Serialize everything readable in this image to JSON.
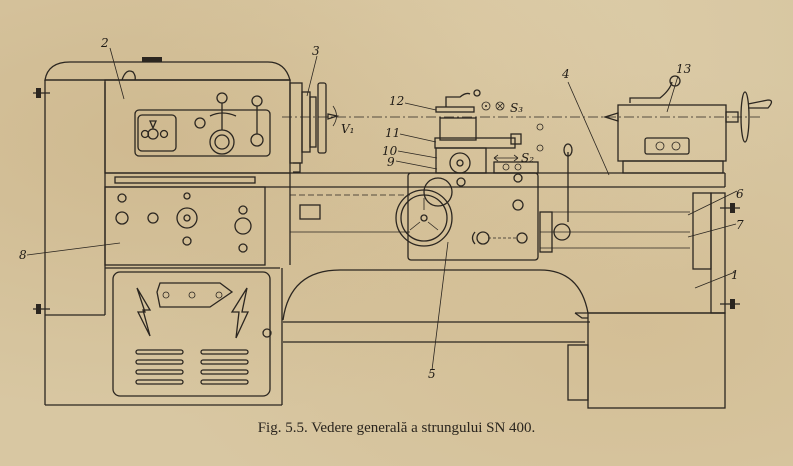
{
  "figure": {
    "caption": "Fig. 5.5.  Vedere generală a strungului SN 400.",
    "subject": "lathe-SN-400-general-view"
  },
  "callouts": [
    {
      "id": "1",
      "label": "1"
    },
    {
      "id": "2",
      "label": "2"
    },
    {
      "id": "3",
      "label": "3"
    },
    {
      "id": "4",
      "label": "4"
    },
    {
      "id": "5",
      "label": "5"
    },
    {
      "id": "6",
      "label": "6"
    },
    {
      "id": "7",
      "label": "7"
    },
    {
      "id": "8",
      "label": "8"
    },
    {
      "id": "9",
      "label": "9"
    },
    {
      "id": "10",
      "label": "10"
    },
    {
      "id": "11",
      "label": "11"
    },
    {
      "id": "12",
      "label": "12"
    },
    {
      "id": "13",
      "label": "13"
    }
  ],
  "motion_labels": {
    "v1": "V₁",
    "s2": "S₂",
    "s3": "S₃"
  },
  "icons": [
    "lightning-bolt-icon",
    "lightning-bolt-icon",
    "handwheel-icon",
    "lever-icon"
  ]
}
